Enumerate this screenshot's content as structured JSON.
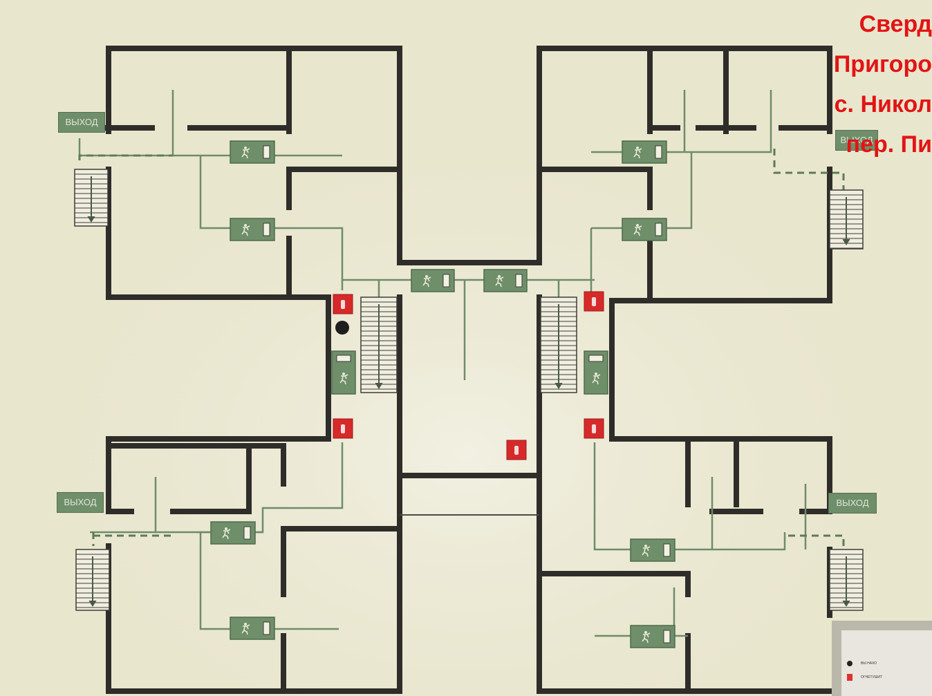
{
  "address_lines": [
    "Сверд",
    "Пригоро",
    "с. Никол",
    "пер. Пи"
  ],
  "exit_label": "ВЫХОД",
  "legend": {
    "you_are_here": "ВЫ НАХО",
    "extinguisher": "ОГНЕТУШИТ"
  },
  "colors": {
    "background": "#e9e6ce",
    "wall": "#2f2d29",
    "route": "#6e8c68",
    "exit_sign": "#6f8e6a",
    "extinguisher": "#d62a2a",
    "address_text": "#e21414"
  },
  "icons": {
    "exit_signs": "running-man-exit-sign-icon",
    "extinguishers": "fire-extinguisher-icon",
    "you_are_here": "you-are-here-dot-icon",
    "stairs": "staircase-icon"
  }
}
